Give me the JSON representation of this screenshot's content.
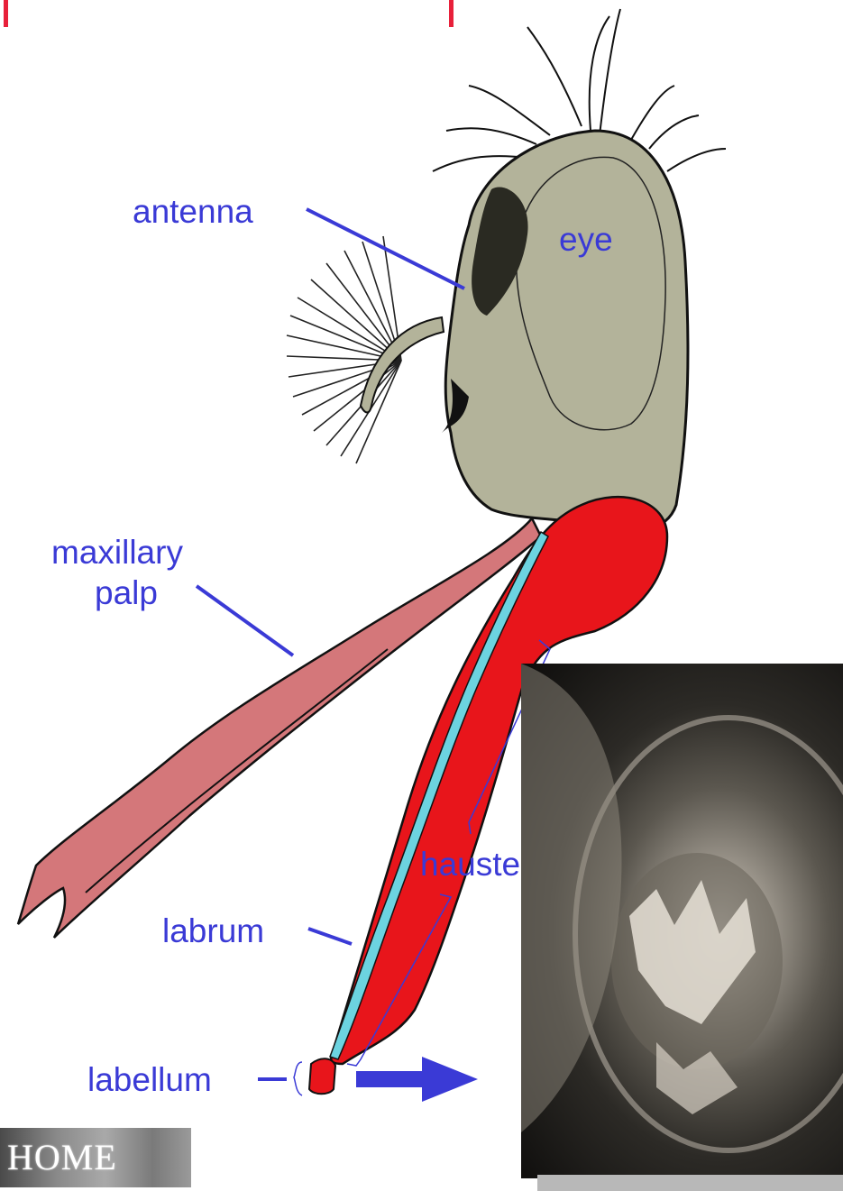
{
  "labels": {
    "antenna": "antenna",
    "eye": "eye",
    "maxillary_palp_line1": "maxillary",
    "maxillary_palp_line2": "palp",
    "haustellum": "haustellum",
    "labrum": "labrum",
    "labellum": "labellum"
  },
  "home_button": {
    "label": "HOME"
  },
  "colors": {
    "label_text": "#3a3ad6",
    "pointer_line": "#3a3ad6",
    "title_red": "#e8203a",
    "head_fill": "#b3b39a",
    "palp_fill": "#d4777a",
    "proboscis_red": "#e8151b",
    "labrum_cyan": "#6cd3e0"
  }
}
